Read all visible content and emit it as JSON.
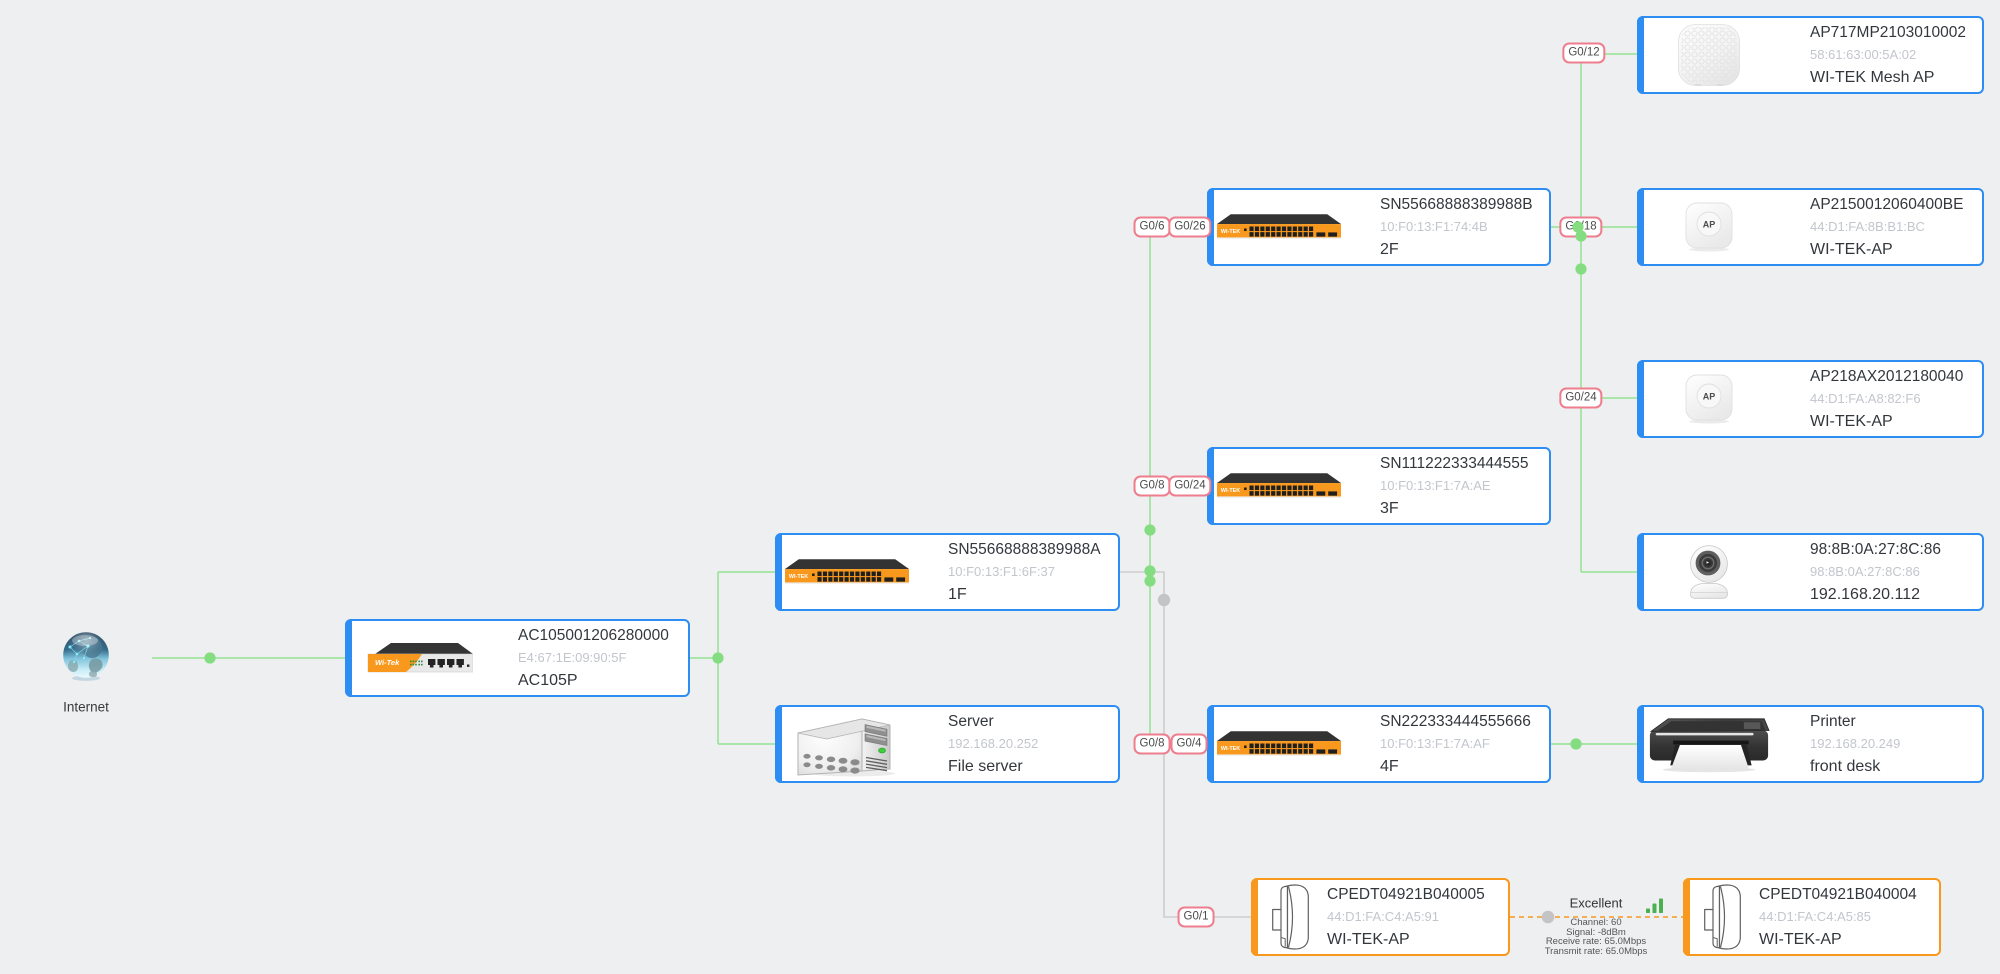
{
  "colors": {
    "background": "#eeeff1",
    "node_border_blue": "#2e8df2",
    "node_border_orange": "#f8981d",
    "link_up_green": "#90e28c",
    "link_down_gray": "#cdcdcd",
    "wireless_link_orange": "#f9a640",
    "port_badge_border": "#ee7d8d",
    "device_brand_orange": "#f8981d"
  },
  "internet": {
    "label": "Internet"
  },
  "nodes": {
    "ac": {
      "title": "AC105001206280000",
      "mac": "E4:67:1E:09:90:5F",
      "name": "AC105P"
    },
    "switch_1f": {
      "title": "SN55668888389988A",
      "mac": "10:F0:13:F1:6F:37",
      "name": "1F"
    },
    "server": {
      "title": "Server",
      "mac": "192.168.20.252",
      "name": "File server"
    },
    "switch_2f": {
      "title": "SN55668888389988B",
      "mac": "10:F0:13:F1:74:4B",
      "name": "2F"
    },
    "switch_3f": {
      "title": "SN111222333444555",
      "mac": "10:F0:13:F1:7A:AE",
      "name": "3F"
    },
    "switch_4f": {
      "title": "SN222333444555666",
      "mac": "10:F0:13:F1:7A:AF",
      "name": "4F"
    },
    "mesh_ap": {
      "title": "AP717MP2103010002",
      "mac": "58:61:63:00:5A:02",
      "name": "WI-TEK Mesh AP"
    },
    "ap_2150": {
      "title": "AP2150012060400BE",
      "mac": "44:D1:FA:8B:B1:BC",
      "name": "WI-TEK-AP"
    },
    "ap_218ax": {
      "title": "AP218AX2012180040",
      "mac": "44:D1:FA:A8:82:F6",
      "name": "WI-TEK-AP"
    },
    "camera": {
      "title": "98:8B:0A:27:8C:86",
      "mac": "98:8B:0A:27:8C:86",
      "name": "192.168.20.112"
    },
    "printer": {
      "title": "Printer",
      "mac": "192.168.20.249",
      "name": "front desk"
    },
    "cpe_left": {
      "title": "CPEDT04921B040005",
      "mac": "44:D1:FA:C4:A5:91",
      "name": "WI-TEK-AP"
    },
    "cpe_right": {
      "title": "CPEDT04921B040004",
      "mac": "44:D1:FA:C4:A5:85",
      "name": "WI-TEK-AP"
    }
  },
  "port_badges": [
    {
      "label": "G0/6"
    },
    {
      "label": "G0/26"
    },
    {
      "label": "G0/8"
    },
    {
      "label": "G0/24"
    },
    {
      "label": "G0/8"
    },
    {
      "label": "G0/4"
    },
    {
      "label": "G0/12"
    },
    {
      "label": "G0/18"
    },
    {
      "label": "G0/24"
    },
    {
      "label": "G0/1"
    }
  ],
  "wireless_link": {
    "quality": "Excellent",
    "details": [
      "Channel: 60",
      "Signal: -8dBm",
      "Receive rate: 65.0Mbps",
      "Transmit rate: 65.0Mbps"
    ]
  }
}
